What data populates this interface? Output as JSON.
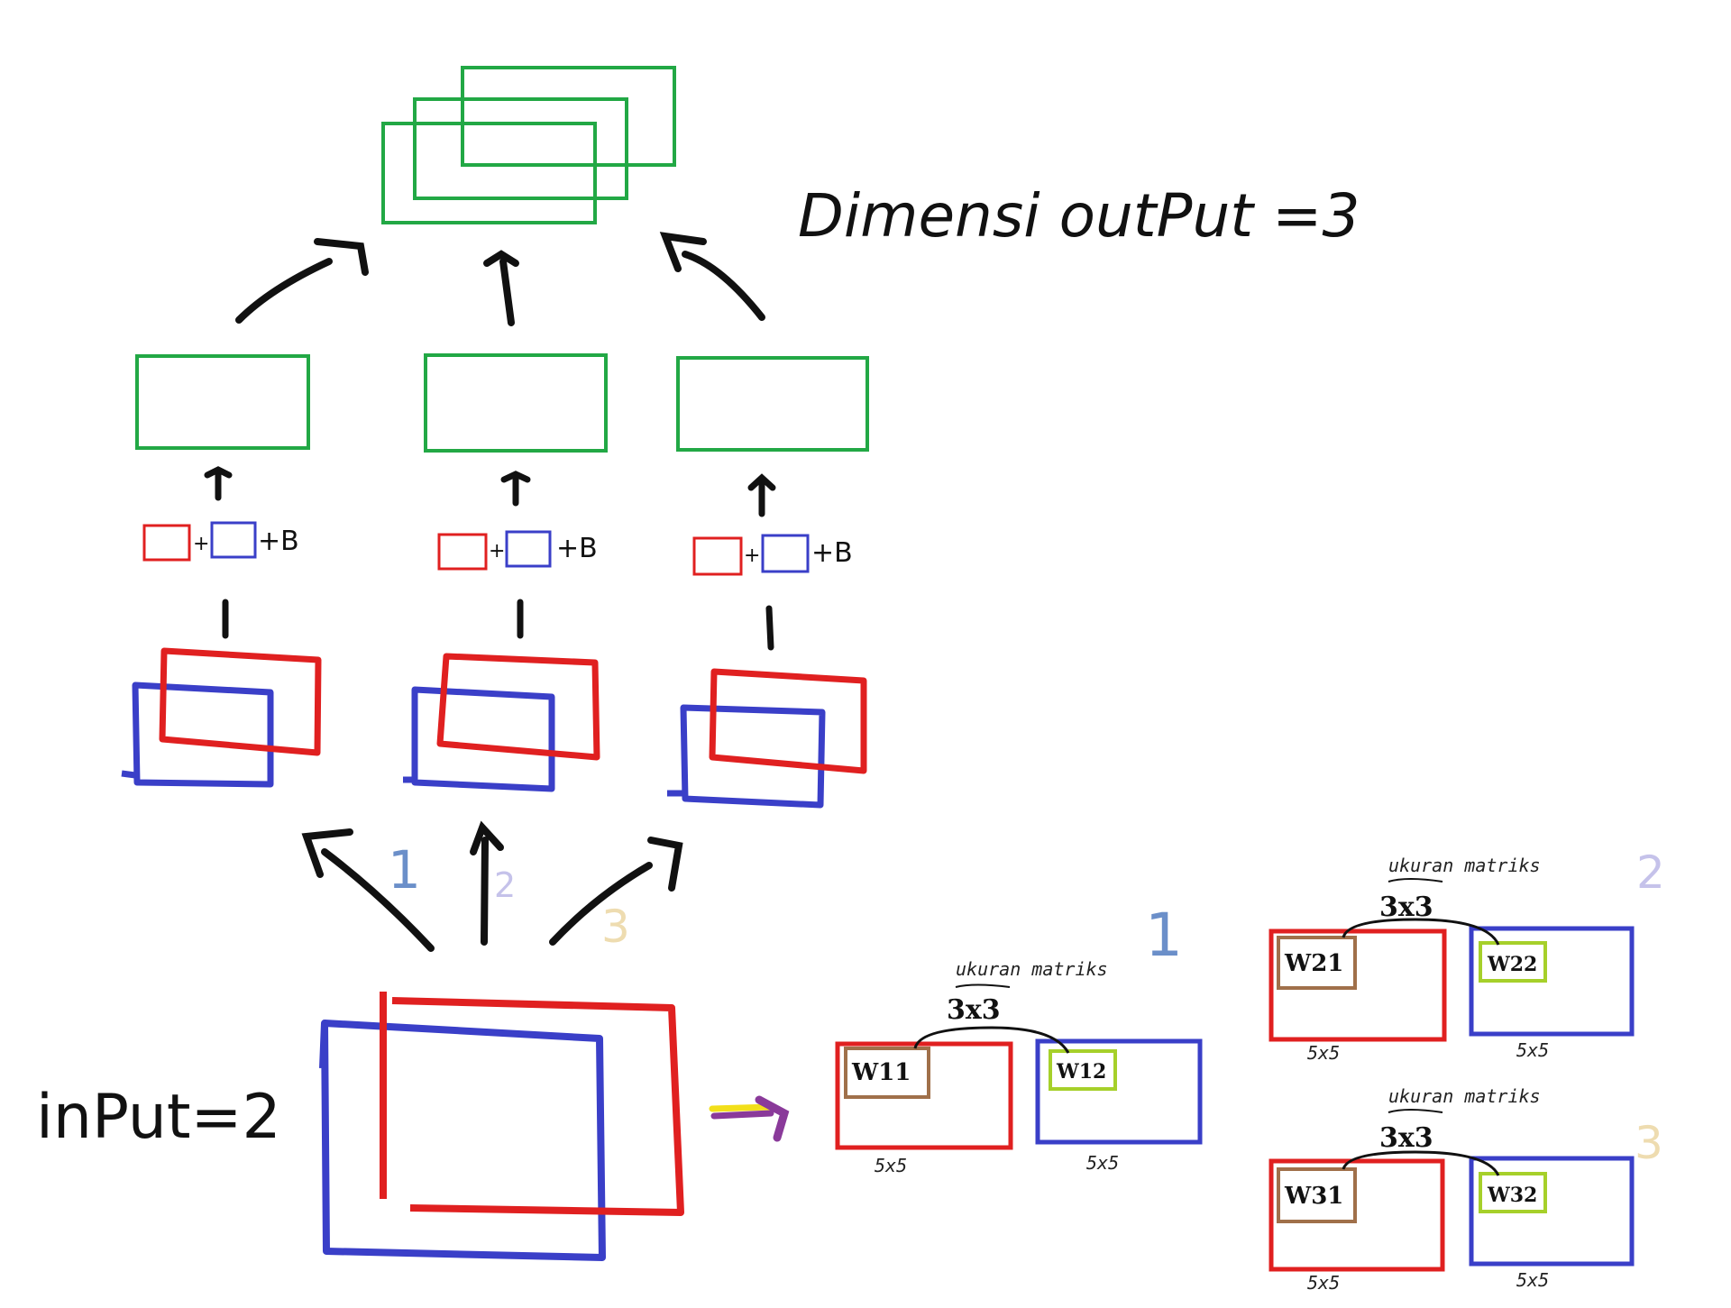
{
  "output_label": "Dimensi outPut =3",
  "input_label": "inPut=2",
  "combine": {
    "plus": "+",
    "bias": "+B"
  },
  "branches": [
    "1",
    "2",
    "3"
  ],
  "colors": {
    "red": "#e02020",
    "blue": "#3a3fc8",
    "green": "#22a845",
    "brown": "#a0704a",
    "lime": "#a6d02a",
    "b1": "#6b8fc9",
    "b2": "#c5c2ea",
    "b3": "#eedcb0",
    "yellow": "#f2df1a",
    "purple": "#8a3a9a"
  },
  "kernels": [
    {
      "branch": "1",
      "size_label": "ukuran matriks",
      "kernel_size": "3x3",
      "w_left": "W11",
      "w_right": "W12",
      "dim_left": "5x5",
      "dim_right": "5x5"
    },
    {
      "branch": "2",
      "size_label": "ukuran matriks",
      "kernel_size": "3x3",
      "w_left": "W21",
      "w_right": "W22",
      "dim_left": "5x5",
      "dim_right": "5x5"
    },
    {
      "branch": "3",
      "size_label": "ukuran matriks",
      "kernel_size": "3x3",
      "w_left": "W31",
      "w_right": "W32",
      "dim_left": "5x5",
      "dim_right": "5x5"
    }
  ]
}
